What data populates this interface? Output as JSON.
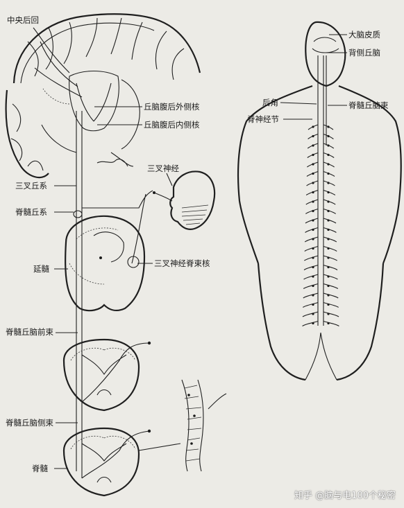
{
  "colors": {
    "paper": "#ecebe6",
    "ink": "#1f1f1f"
  },
  "labels": {
    "central_gyrus": "中央后回",
    "vpl": "丘脑腹后外侧核",
    "vpm": "丘脑腹后内侧核",
    "trigeminal_nerve": "三叉神经",
    "trigeminothalamic": "三叉丘系",
    "spinal_lemniscus": "脊髓丘系",
    "medulla": "延髓",
    "spinal_trigeminal_nucleus": "三叉神经脊束核",
    "anterior_spinothalamic": "脊髓丘脑前束",
    "lateral_spinothalamic": "脊髓丘脑侧束",
    "spinal_cord": "脊髓",
    "cortex": "大脑皮质",
    "dorsal_thalamus": "背侧丘脑",
    "posterior_horn": "后角",
    "spinal_ganglion": "脊神经节",
    "spinothalamic_tract": "脊髓丘脑束"
  },
  "watermark": "知乎 @脑与电100个秘密"
}
